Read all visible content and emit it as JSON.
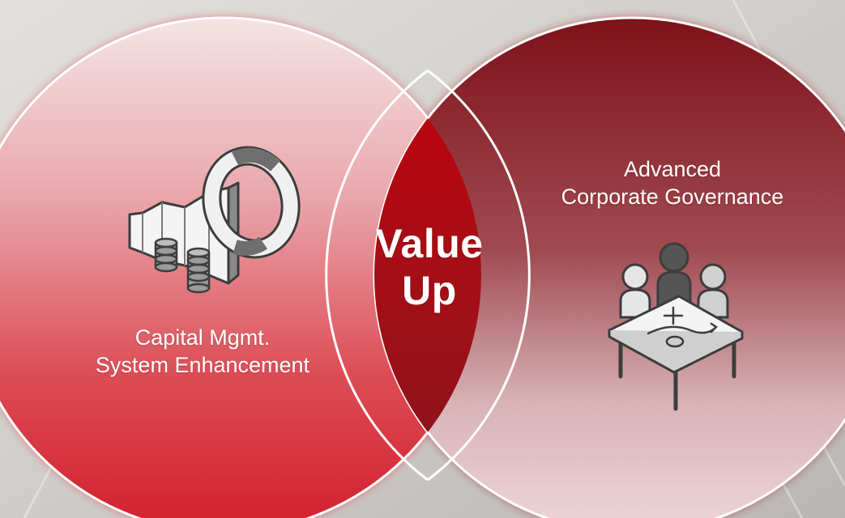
{
  "colors": {
    "background": "#d2d0cd",
    "left_circle": "#d8333d",
    "right_circle": "#8a1c24",
    "intersection": "#b30f17",
    "outline": "#ffffff",
    "accent_arrow": "#8c7358"
  },
  "venn": {
    "left": {
      "title_lines": [
        "Capital Mgmt.",
        "System Enhancement"
      ],
      "icon": "capital-chart-coins-icon"
    },
    "right": {
      "title_lines": [
        "Advanced",
        "Corporate Governance"
      ],
      "icon": "governance-meeting-icon"
    },
    "center": {
      "title_lines": [
        "Value",
        "Up"
      ]
    }
  }
}
